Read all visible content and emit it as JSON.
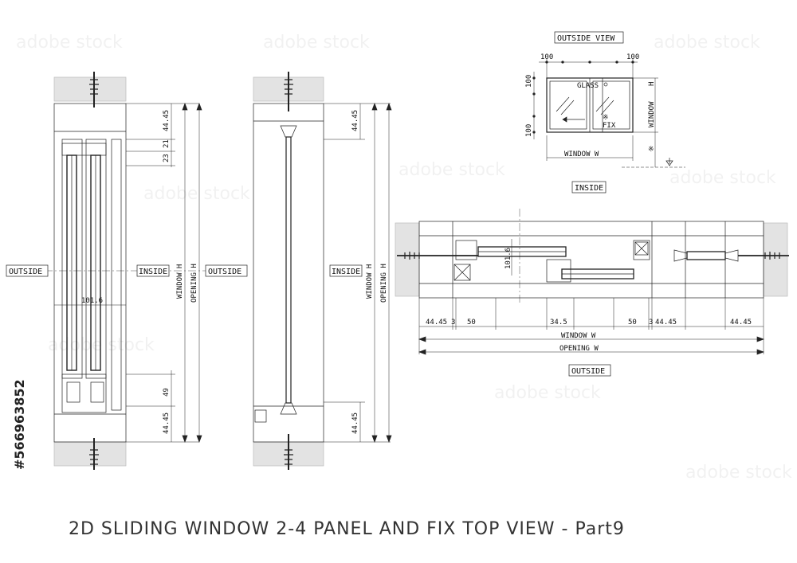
{
  "title": "2D SLIDING WINDOW 2-4 PANEL AND FIX TOP VIEW - Part9",
  "stock_id": "#566963852",
  "watermark": "adobe stock",
  "labels": {
    "outside": "OUTSIDE",
    "inside": "INSIDE",
    "outside_view": "OUTSIDE VIEW",
    "window_h": "WINDOW    H",
    "opening_h": "OPENING    H",
    "window_w": "WINDOW    W",
    "opening_w": "OPENING    W",
    "window_vertical": "WINDOW",
    "h": "H",
    "glass": "GLASS",
    "fix": "FIX",
    "note_mark": "※"
  },
  "dims": {
    "d4445": "44.45",
    "d21": "21",
    "d23": "23",
    "d49": "49",
    "d1016": "101.6",
    "d100": "100",
    "d50": "50",
    "d345": "34.5",
    "d3": "3"
  }
}
